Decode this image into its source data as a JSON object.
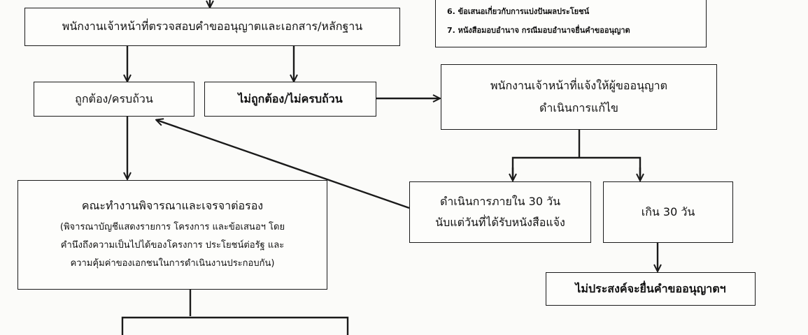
{
  "docs_box": {
    "item6": "6. ข้อเสนอเกี่ยวกับการแบ่งปันผลประโยชน์",
    "item7": "7. หนังสือมอบอำนาจ กรณีมอบอำนาจยื่นคำขออนุญาต"
  },
  "nodes": {
    "officer_check": "พนักงานเจ้าหน้าที่ตรวจสอบคำขออนุญาตและเอกสาร/หลักฐาน",
    "correct": "ถูกต้อง/ครบถ้วน",
    "incorrect": "ไม่ถูกต้อง/ไม่ครบถ้วน",
    "notify_line1": "พนักงานเจ้าหน้าที่แจ้งให้ผู้ขออนุญาต",
    "notify_line2": "ดำเนินการแก้ไข",
    "within30_line1": "ดำเนินการภายใน 30 วัน",
    "within30_line2": "นับแต่วันที่ได้รับหนังสือแจ้ง",
    "over30": "เกิน 30 วัน",
    "not_intend": "ไม่ประสงค์จะยื่นคำขออนุญาตฯ",
    "committee_title": "คณะทำงานพิจารณาและเจรจาต่อรอง",
    "committee_line1": "(พิจารณาบัญชีแสดงรายการ โครงการ และข้อเสนอฯ โดย",
    "committee_line2": "คำนึงถึงความเป็นไปได้ของโครงการ ประโยชน์ต่อรัฐ และ",
    "committee_line3": "ความคุ้มค่าของเอกชนในการดำเนินงานประกอบกัน)"
  }
}
